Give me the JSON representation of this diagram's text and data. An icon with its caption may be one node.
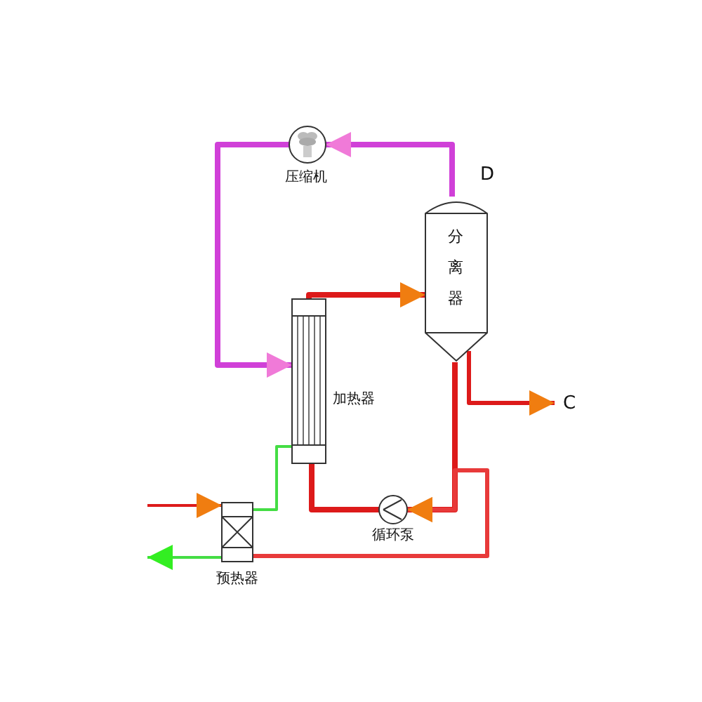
{
  "diagram": {
    "nodes": [
      {
        "text": [
          "压缩机"
        ]
      },
      {
        "text": [
          "分离器"
        ]
      },
      {
        "text": [
          "加热器"
        ]
      },
      {
        "text": [
          "循环泵"
        ]
      },
      {
        "text": [
          "预热器"
        ]
      }
    ],
    "edges": [
      {
        "from": 1,
        "to": 0,
        "arrow": "to",
        "label": "D",
        "color": "#e040e0"
      },
      {
        "from": 0,
        "to": 2,
        "arrow": "to",
        "color": "#e040e0"
      },
      {
        "from": 2,
        "to": 1,
        "arrow": "to"
      },
      {
        "from": 1,
        "to": null,
        "arrow": "to",
        "label": "C"
      },
      {
        "from": 1,
        "to": 3,
        "arrow": "to"
      },
      {
        "from": 3,
        "to": 2,
        "arrow": "none"
      },
      {
        "from": 4,
        "to": 3,
        "arrow": "to"
      },
      {
        "from": 4,
        "to": 2,
        "arrow": "none",
        "color": "#44dd44"
      },
      {
        "from": null,
        "to": 4,
        "arrow": "to"
      },
      {
        "from": 4,
        "to": null,
        "arrow": "to",
        "color": "#44dd44"
      }
    ]
  }
}
